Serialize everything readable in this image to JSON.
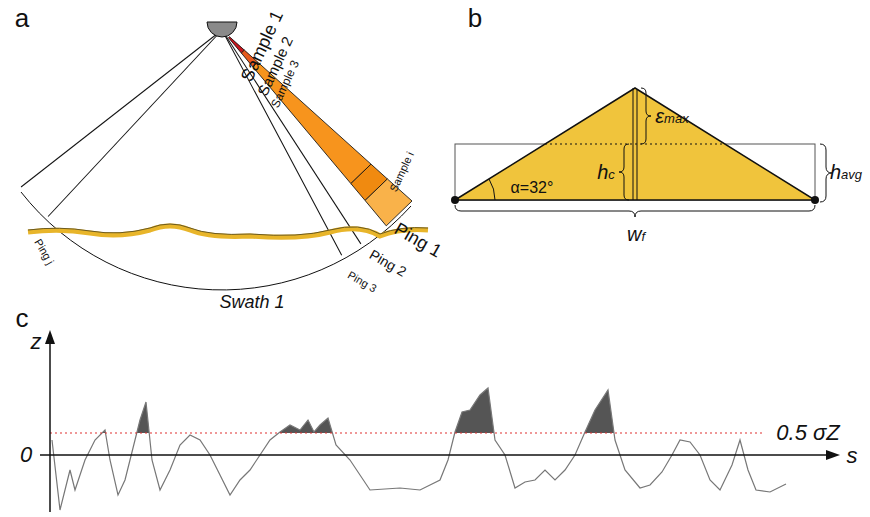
{
  "diagram": {
    "labels": [
      "a",
      "Sample 1",
      "Sample 2",
      "Sample 3",
      "Sample i",
      "Ping 1",
      "Ping 2",
      "Ping 3",
      "Ping j",
      "Swath 1",
      "b",
      "α=32°",
      "εmax",
      "hc",
      "havg",
      "wf",
      "c",
      "z",
      "0",
      "s",
      "0.5 σZ"
    ]
  }
}
